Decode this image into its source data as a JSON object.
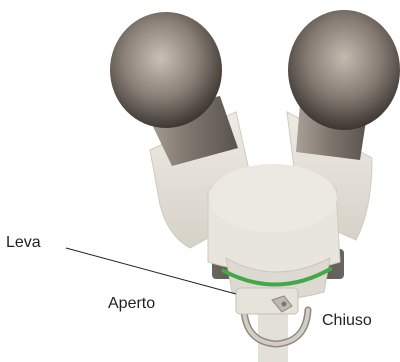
{
  "labels": {
    "lever": "Leva",
    "open": "Aperto",
    "closed": "Chiuso"
  },
  "colors": {
    "body": "#e6e3da",
    "body_shadow": "#cbc7bc",
    "eyepiece_dark": "#4c4641",
    "eyepiece_light": "#b9afa5",
    "ring": "#43a84a",
    "lever": "#bfbab1",
    "dark_collar": "#5b5752",
    "leader_line": "#222222"
  }
}
